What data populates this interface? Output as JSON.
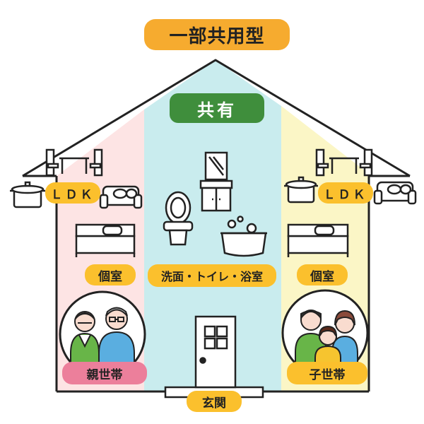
{
  "title": "一部共用型",
  "shared_label": "共有",
  "left_zone": {
    "ldk_label": "ＬＤＫ",
    "room_label": "個室",
    "household_label": "親世帯"
  },
  "right_zone": {
    "ldk_label": "ＬＤＫ",
    "room_label": "個室",
    "household_label": "子世帯"
  },
  "shared_zone": {
    "bath_label": "洗面・トイレ・浴室",
    "entrance_label": "玄関"
  },
  "colors": {
    "left_zone": "#fde4e4",
    "shared_zone": "#c9ecee",
    "right_zone": "#fbf6c6",
    "outline": "#222222",
    "title_pill": "#f6ab2f",
    "label_pill": "#fbc02d",
    "shared_pill": "#3f8e3c",
    "parent_pill": "#ec7f9b"
  },
  "icons": {
    "furniture": [
      "dining-table-icon",
      "sofa-icon",
      "pot-icon",
      "bed-icon",
      "door-icon",
      "washbasin-icon",
      "toilet-icon",
      "bathtub-icon"
    ]
  }
}
